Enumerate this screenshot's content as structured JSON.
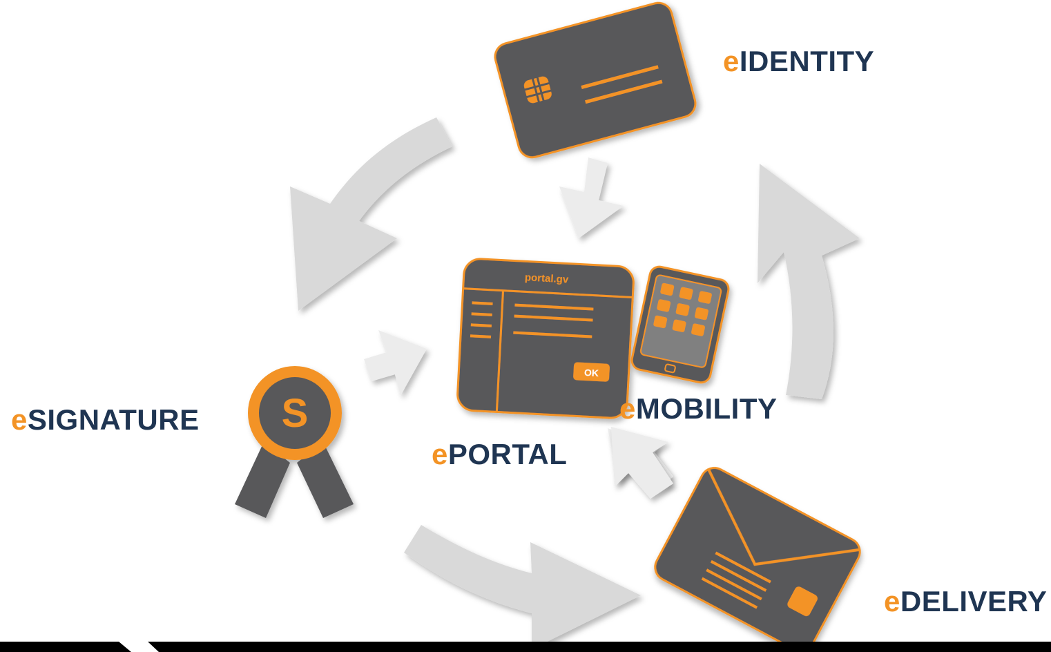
{
  "colors": {
    "orange": "#f39325",
    "dark_gray": "#58585a",
    "navy": "#1f3552",
    "arrow_gray": "#d9d9d9",
    "arrow_light": "#ececec",
    "bottom_bar": "#000000"
  },
  "labels": {
    "identity": {
      "prefix": "e",
      "text": "IDENTITY"
    },
    "signature": {
      "prefix": "e",
      "text": "SIGNATURE"
    },
    "portal": {
      "prefix": "e",
      "text": "PORTAL"
    },
    "mobility": {
      "prefix": "e",
      "text": "MOBILITY"
    },
    "delivery": {
      "prefix": "e",
      "text": "DELIVERY"
    }
  },
  "portal_window": {
    "title": "portal.gv",
    "ok_label": "OK"
  },
  "seal": {
    "letter": "S"
  },
  "icons": {
    "card": "id-card-icon",
    "seal": "signature-seal-icon",
    "portal": "portal-window-icon",
    "phone": "smartphone-icon",
    "envelope": "envelope-icon"
  }
}
